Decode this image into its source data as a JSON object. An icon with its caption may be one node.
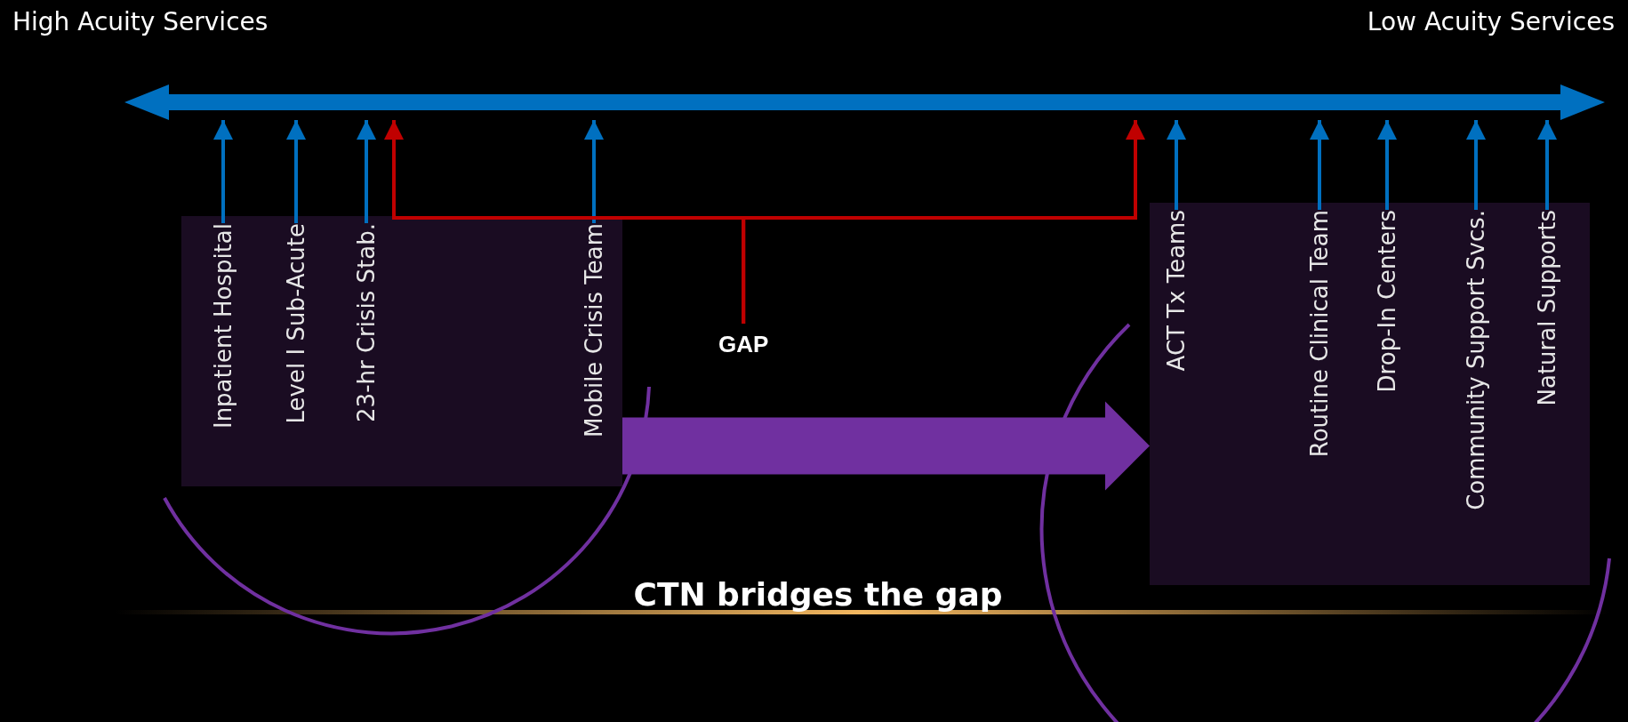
{
  "diagram": {
    "nodes": [
      {
        "text": [],
        "shape": "bar"
      },
      {
        "text": [],
        "shape": "box"
      },
      {
        "text": [
          "Inpatient Hospital"
        ],
        "in": 1
      },
      {
        "text": [
          "Level I Sub-Acute"
        ],
        "in": 1
      },
      {
        "text": [
          "23-hr Crisis Stab."
        ],
        "in": 1
      },
      {
        "text": [
          "Mobile Crisis Team"
        ],
        "in": 1
      },
      {
        "text": [],
        "shape": "box"
      },
      {
        "text": [
          "ACT Tx Teams"
        ],
        "in": 6
      },
      {
        "text": [
          "Routine Clinical Team"
        ],
        "in": 6
      },
      {
        "text": [
          "Drop-In Centers"
        ],
        "in": 6
      },
      {
        "text": [
          "Community Support Svcs."
        ],
        "in": 6
      },
      {
        "text": [
          "Natural Supports"
        ],
        "in": 6
      },
      {
        "text": [
          "GAP"
        ]
      }
    ],
    "edges": [
      {
        "from": 2,
        "to": 0,
        "arrow": "to"
      },
      {
        "from": 3,
        "to": 0,
        "arrow": "to"
      },
      {
        "from": 4,
        "to": 0,
        "arrow": "to"
      },
      {
        "from": 5,
        "to": 0,
        "arrow": "to"
      },
      {
        "from": 7,
        "to": 0,
        "arrow": "to"
      },
      {
        "from": 8,
        "to": 0,
        "arrow": "to"
      },
      {
        "from": 9,
        "to": 0,
        "arrow": "to"
      },
      {
        "from": 10,
        "to": 0,
        "arrow": "to"
      },
      {
        "from": 11,
        "to": 0,
        "arrow": "to"
      },
      {
        "from": 12,
        "to": 0,
        "arrow": "to",
        "color": "#c00000"
      },
      {
        "from": 12,
        "to": 0,
        "arrow": "to",
        "color": "#c00000"
      },
      {
        "from": 1,
        "to": 6,
        "arrow": "to",
        "style": "thick",
        "color": "#7030a0"
      }
    ],
    "labels": [
      "High Acuity Services",
      "Low Acuity Services",
      "CTN bridges the gap"
    ]
  }
}
